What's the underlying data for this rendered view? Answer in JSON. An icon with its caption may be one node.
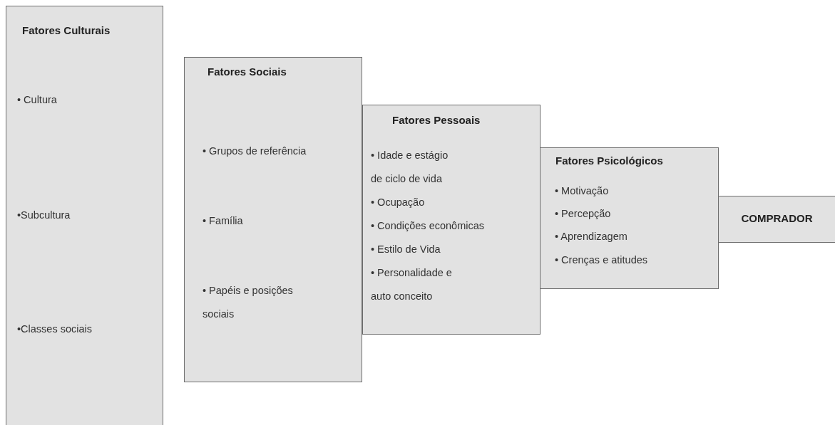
{
  "diagram": {
    "nodes": [
      {
        "text": [
          "Fatores Culturais",
          "• Cultura",
          "•Subcultura",
          "•Classes sociais"
        ]
      },
      {
        "text": [
          "Fatores Sociais",
          "• Grupos de referência",
          "• Família",
          "• Papéis e posições sociais"
        ]
      },
      {
        "text": [
          "Fatores Pessoais",
          "• Idade e estágio de ciclo de vida",
          "• Ocupação",
          "• Condições econômicas",
          "• Estilo de Vida",
          "• Personalidade e auto conceito"
        ]
      },
      {
        "text": [
          "Fatores Psicológicos",
          "• Motivação",
          "• Percepção",
          "• Aprendizagem",
          "• Crenças e atitudes"
        ]
      },
      {
        "text": [
          "COMPRADOR"
        ]
      }
    ]
  }
}
